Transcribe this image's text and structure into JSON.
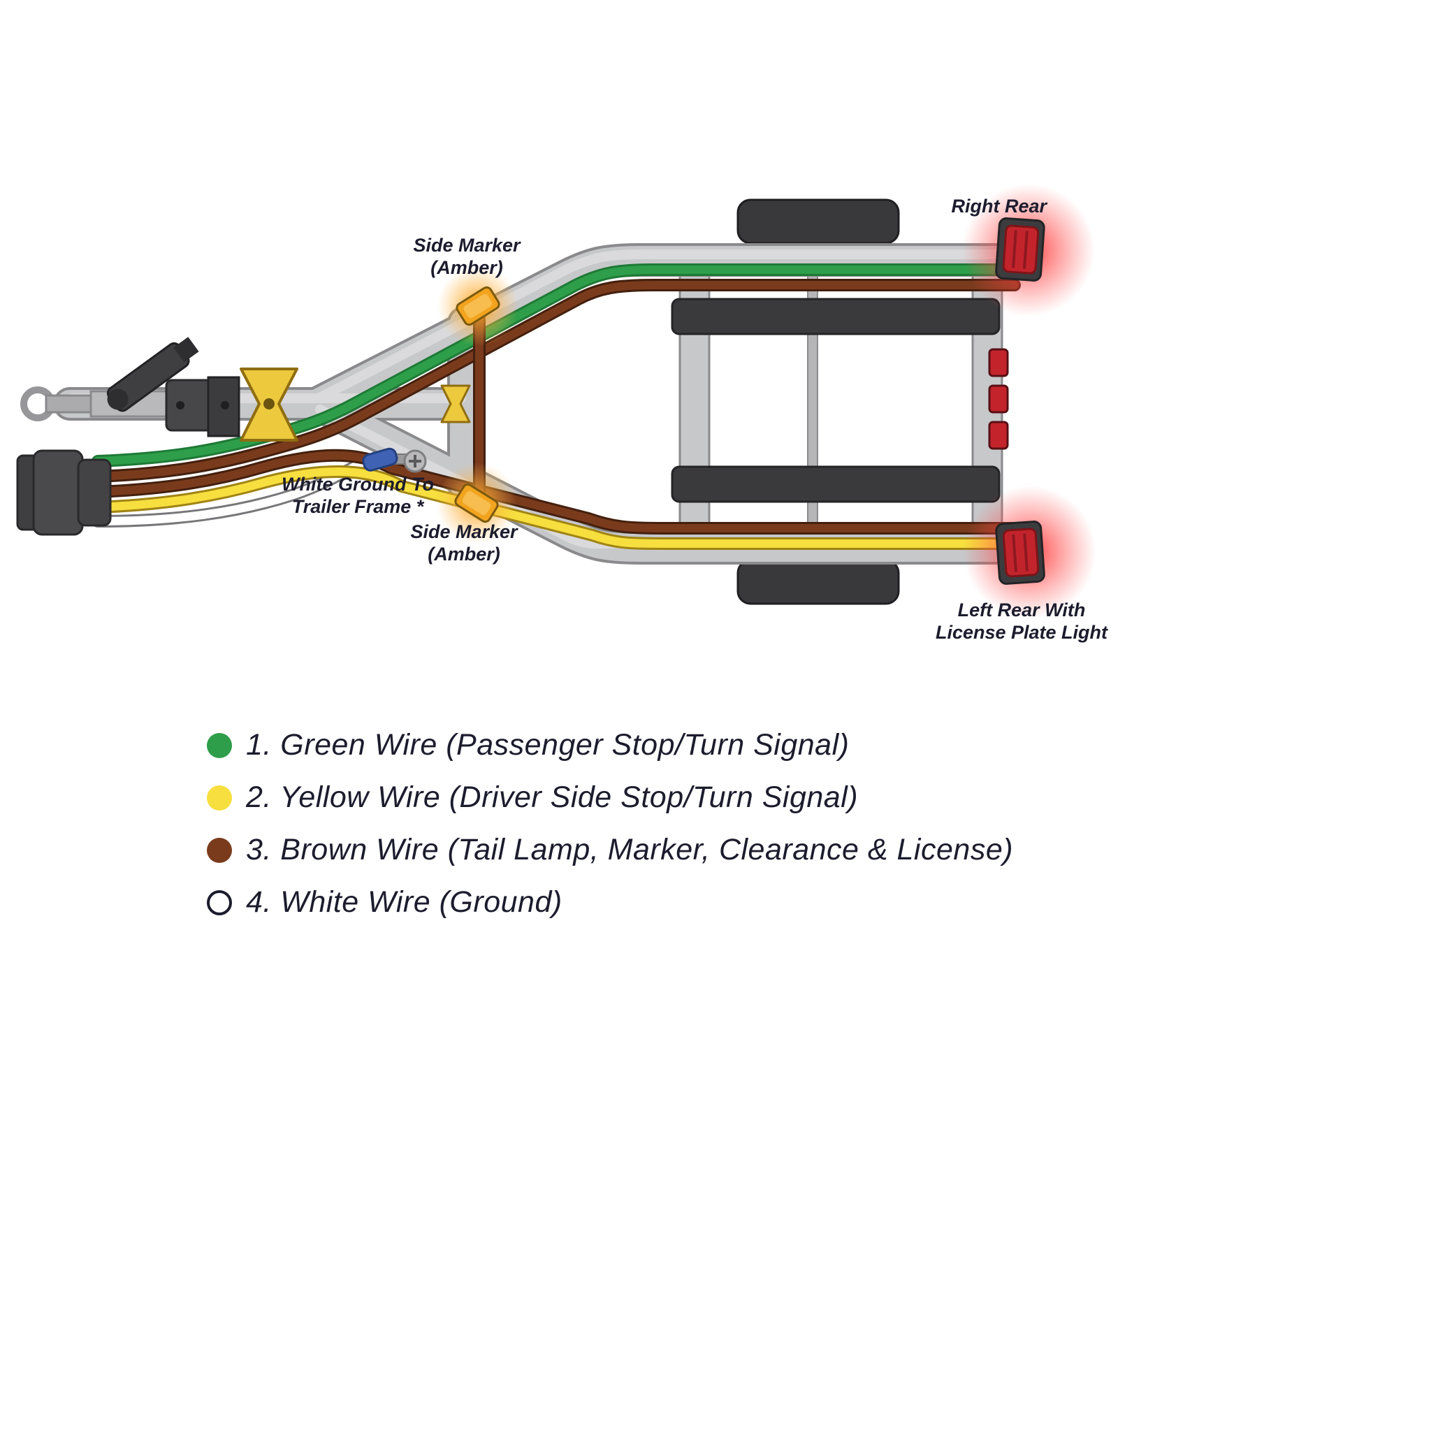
{
  "diagram": {
    "labels": {
      "right_rear": "Right Rear",
      "side_marker_top": [
        "Side Marker",
        "(Amber)"
      ],
      "white_ground": [
        "White Ground To",
        "Trailer Frame *"
      ],
      "side_marker_bottom": [
        "Side Marker",
        "(Amber)"
      ],
      "left_rear": [
        "Left Rear With",
        "License Plate Light"
      ]
    },
    "colors": {
      "green_wire": "#2e9e4a",
      "yellow_wire": "#f6df3e",
      "brown_wire": "#7a3b1d",
      "white_wire": "#ffffff",
      "frame_silver": "#c7c8ca",
      "dark_part": "#3c3c3f",
      "amber_marker": "#f2a41f",
      "tail_light_red": "#c3242c",
      "text": "#1c1c2e"
    }
  },
  "legend": {
    "items": [
      {
        "id": "green",
        "color": "#2e9e4a",
        "label": "1. Green Wire (Passenger Stop/Turn Signal)"
      },
      {
        "id": "yellow",
        "color": "#f6df3e",
        "label": "2. Yellow Wire (Driver Side Stop/Turn Signal)"
      },
      {
        "id": "brown",
        "color": "#7a3b1d",
        "label": "3. Brown Wire (Tail Lamp, Marker, Clearance & License)"
      },
      {
        "id": "white",
        "color": "#ffffff",
        "outline": "#1c1c2e",
        "label": "4. White Wire (Ground)"
      }
    ]
  }
}
